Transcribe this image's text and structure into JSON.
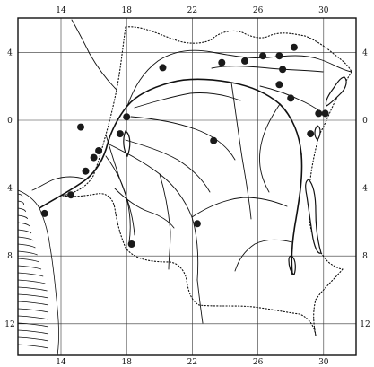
{
  "map": {
    "ticks_top": [
      {
        "id": "14",
        "label": "14"
      },
      {
        "id": "18",
        "label": "18"
      },
      {
        "id": "22",
        "label": "22"
      },
      {
        "id": "26",
        "label": "26"
      },
      {
        "id": "30",
        "label": "30"
      }
    ],
    "ticks_bottom": [
      {
        "id": "14",
        "label": "14"
      },
      {
        "id": "18",
        "label": "18"
      },
      {
        "id": "22",
        "label": "22"
      },
      {
        "id": "26",
        "label": "26"
      },
      {
        "id": "30",
        "label": "30"
      }
    ],
    "ticks_left": [
      {
        "id": "4n",
        "label": "4"
      },
      {
        "id": "0",
        "label": "0"
      },
      {
        "id": "4s",
        "label": "4"
      },
      {
        "id": "8s",
        "label": "8"
      },
      {
        "id": "12s",
        "label": "12"
      }
    ],
    "ticks_right": [
      {
        "id": "4n",
        "label": "4"
      },
      {
        "id": "0",
        "label": "0"
      },
      {
        "id": "4s",
        "label": "4"
      },
      {
        "id": "8s",
        "label": "8"
      },
      {
        "id": "12s",
        "label": "12"
      }
    ],
    "sites": [
      {
        "lon": 15.2,
        "lat": -0.4
      },
      {
        "lon": 18.0,
        "lat": 0.2
      },
      {
        "lon": 17.6,
        "lat": -0.8
      },
      {
        "lon": 16.0,
        "lat": -2.2
      },
      {
        "lon": 15.5,
        "lat": -3.0
      },
      {
        "lon": 16.3,
        "lat": -1.8
      },
      {
        "lon": 14.6,
        "lat": -4.4
      },
      {
        "lon": 13.0,
        "lat": -5.5
      },
      {
        "lon": 18.3,
        "lat": -7.3
      },
      {
        "lon": 22.3,
        "lat": -6.1
      },
      {
        "lon": 23.3,
        "lat": -1.2
      },
      {
        "lon": 20.2,
        "lat": 3.1
      },
      {
        "lon": 23.8,
        "lat": 3.4
      },
      {
        "lon": 25.2,
        "lat": 3.5
      },
      {
        "lon": 26.3,
        "lat": 3.8
      },
      {
        "lon": 27.3,
        "lat": 3.8
      },
      {
        "lon": 27.5,
        "lat": 3.0
      },
      {
        "lon": 27.3,
        "lat": 2.1
      },
      {
        "lon": 28.0,
        "lat": 1.3
      },
      {
        "lon": 28.2,
        "lat": 4.3
      },
      {
        "lon": 29.7,
        "lat": 0.4
      },
      {
        "lon": 30.1,
        "lat": 0.4
      },
      {
        "lon": 29.2,
        "lat": -0.8
      }
    ]
  }
}
